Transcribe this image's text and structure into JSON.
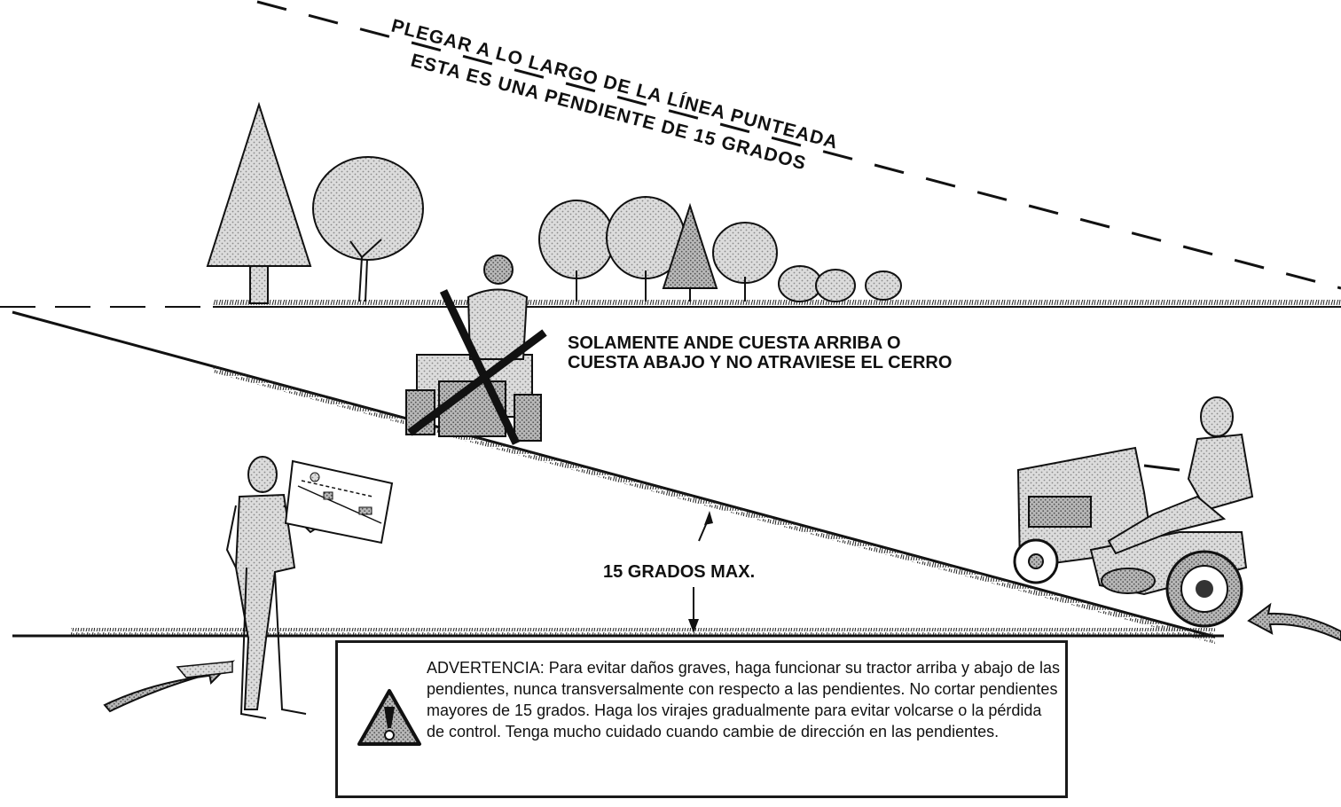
{
  "fold_line": {
    "line1": "PLEGAR A LO LARGO DE LA LÍNEA PUNTEADA",
    "line2": "ESTA ES UNA PENDIENTE DE 15 GRADOS"
  },
  "instruction": {
    "line1": "SOLAMENTE ANDE CUESTA ARRIBA O",
    "line2": "CUESTA ABAJO Y NO ATRAVIESE EL CERRO"
  },
  "angle_label": "15 GRADOS MAX.",
  "warning": {
    "text": "ADVERTENCIA: Para evitar daños graves, haga funcionar su tractor arriba y abajo de las pendientes, nunca transversalmente con respecto a las pendientes. No cortar pendientes mayores de 15 grados. Haga los virajes gradualmente para evitar volcarse o la pérdida de control. Tenga mucho cuidado cuando cambie de dirección en las pendientes.",
    "icon": "warning-triangle-icon"
  },
  "colors": {
    "ink": "#111111",
    "shade": "#c8c8c8",
    "shade_dark": "#9a9a9a"
  }
}
